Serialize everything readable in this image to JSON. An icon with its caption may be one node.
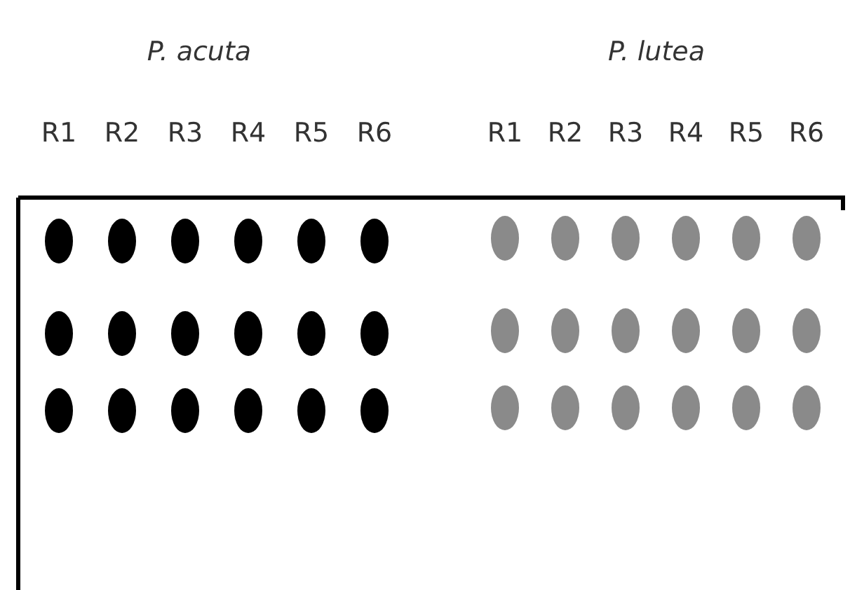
{
  "diagram": {
    "labels": [
      "P. acuta",
      "P. lutea",
      "R1",
      "R2",
      "R3",
      "R4",
      "R5",
      "R6",
      "R1",
      "R2",
      "R3",
      "R4",
      "R5",
      "R6"
    ]
  }
}
